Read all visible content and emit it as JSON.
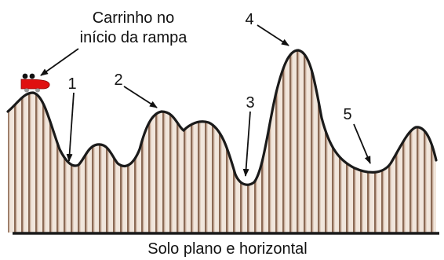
{
  "title_line1": "Carrinho no",
  "title_line2": "início da rampa",
  "ground_label": "Solo plano e horizontal",
  "points": [
    {
      "id": "1",
      "label": "1"
    },
    {
      "id": "2",
      "label": "2"
    },
    {
      "id": "3",
      "label": "3"
    },
    {
      "id": "4",
      "label": "4"
    },
    {
      "id": "5",
      "label": "5"
    }
  ],
  "colors": {
    "track": "#1a1a1a",
    "stripe_dark": "#8b6a55",
    "stripe_light": "#f1e6dc",
    "cart": "#e01010",
    "ground": "#1a1a1a"
  }
}
